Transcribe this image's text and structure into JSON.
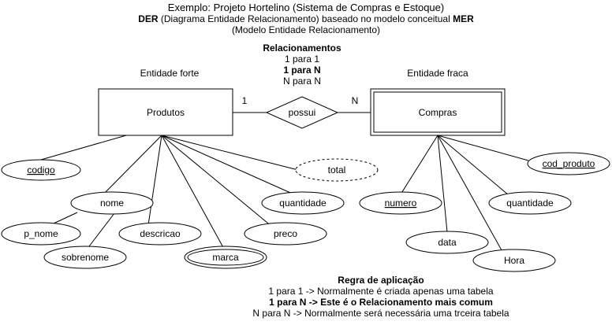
{
  "header": {
    "title": "Exemplo: Projeto Hortelino (Sistema de Compras e Estoque)",
    "line2_bold_a": "DER",
    "line2_mid": " (Diagrama Entidade Relacionamento) baseado no modelo conceitual ",
    "line2_bold_b": "MER",
    "line3": "(Modelo Entidade Relacionamento)"
  },
  "relationships_legend": {
    "title": "Relacionamentos",
    "one_to_one": "1 para 1",
    "one_to_n": "1 para N",
    "n_to_n": "N para N"
  },
  "labels": {
    "strong_entity": "Entidade forte",
    "weak_entity": "Entidade fraca"
  },
  "entities": {
    "produtos": "Produtos",
    "compras": "Compras"
  },
  "relationship": {
    "name": "possui",
    "card_left": "1",
    "card_right": "N"
  },
  "attributes_produtos": {
    "codigo": "codigo",
    "total": "total",
    "nome": "nome",
    "quantidade": "quantidade",
    "p_nome": "p_nome",
    "descricao": "descricao",
    "preco": "preco",
    "sobrenome": "sobrenome",
    "marca": "marca"
  },
  "attributes_compras": {
    "cod_produto": "cod_produto",
    "numero": "numero",
    "quantidade": "quantidade",
    "data": "data",
    "hora": "Hora"
  },
  "rules": {
    "title": "Regra de aplicação",
    "one_to_one": "1 para 1 -> Normalmente é criada apenas uma tabela",
    "one_to_n": "1 para N -> Este é o Relacionamento mais comum",
    "n_to_n": "N para N -> Normalmente será necessária uma trceira tabela"
  }
}
